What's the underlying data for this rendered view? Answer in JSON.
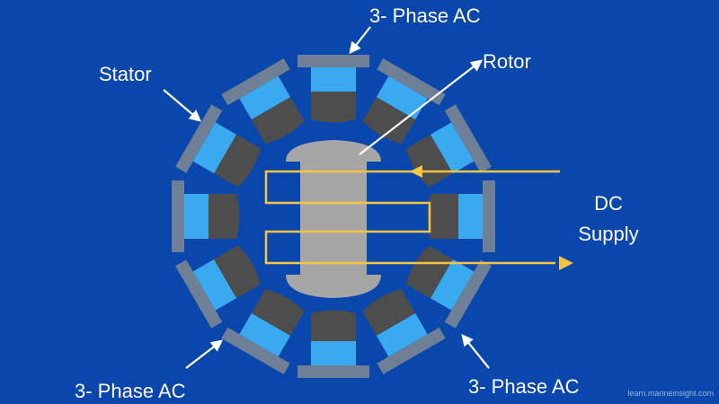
{
  "labels": {
    "phase_top": "3- Phase AC",
    "rotor": "Rotor",
    "stator": "Stator",
    "dc_line1": "DC",
    "dc_line2": "Supply",
    "phase_bottom_left": "3- Phase AC",
    "phase_bottom_right": "3- Phase AC"
  },
  "watermark": "learn.marineinsight.com",
  "colors": {
    "background": "#0a47ad",
    "stator_frame": "#6e7f96",
    "pole_light": "#3aa9f0",
    "pole_dark": "#4d4d4d",
    "rotor": "#a6a6a6",
    "winding": "#f5c542",
    "arrow": "#ffffff"
  }
}
